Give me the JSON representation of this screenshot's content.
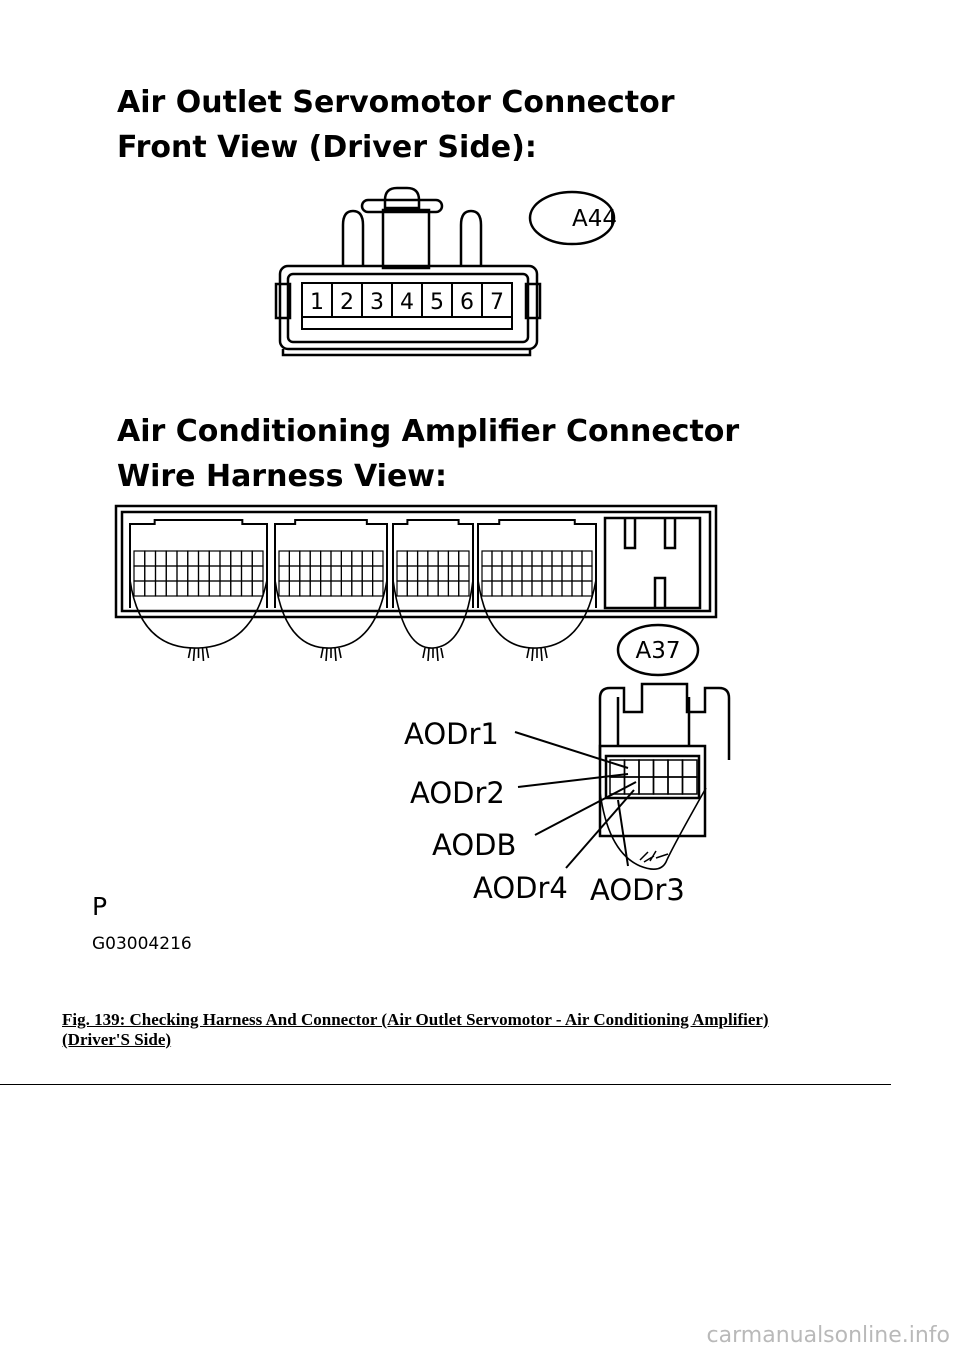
{
  "servo_connector": {
    "title_line1": "Air Outlet Servomotor Connector",
    "title_line2": "Front View (Driver Side):",
    "code": "A44",
    "pins": [
      "1",
      "2",
      "3",
      "4",
      "5",
      "6",
      "7"
    ]
  },
  "amp_connector": {
    "title_line1": "Air Conditioning Amplifier Connector",
    "title_line2": "Wire Harness View:",
    "code": "A37",
    "terminals": [
      "AODr1",
      "AODr2",
      "AODB",
      "AODr4",
      "AODr3"
    ]
  },
  "corner_mark": "P",
  "figure_id": "G03004216",
  "caption_line1": "Fig. 139: Checking Harness And Connector (Air Outlet Servomotor - Air Conditioning Amplifier)",
  "caption_line2": "(Driver'S Side)",
  "watermark": "carmanualsonline.info"
}
